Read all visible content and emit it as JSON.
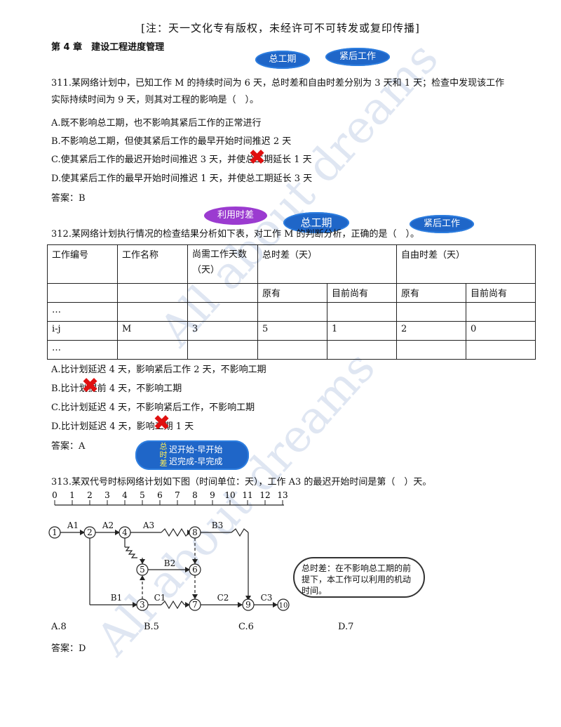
{
  "notice": "[注：天一文化专有版权，未经许可不可转发或复印传播]",
  "watermark_text": "All about dreams",
  "chapter": "第 4 章　建设工程进度管理",
  "bubbles": {
    "total_duration": "总工期",
    "successor": "紧后工作",
    "utilize_float": "利用时差",
    "total_duration_2": "总工期",
    "successor_2": "紧后工作",
    "float_rule_line1": "迟开始-早开始",
    "float_rule_line2": "迟完成-早完成",
    "float_rule_side": "总时差"
  },
  "q311": {
    "stem_line1": "311.某网络计划中，已知工作 M 的持续时间为 6 天，总时差和自由时差分别为 3 天和 1 天；检查中发现该工作",
    "stem_line2": "实际持续时间为 9 天，则其对工程的影响是（　）。",
    "options": [
      "A.既不影响总工期，也不影响其紧后工作的正常进行",
      "B.不影响总工期，但使其紧后工作的最早开始时间推迟 2 天",
      "C.使其紧后工作的最迟开始时间推迟 3 天，并使总工期延长 1 天",
      "D.使其紧后工作的最早开始时间推迟 1 天，并使总工期延长 3 天"
    ],
    "answer": "答案：B"
  },
  "q312": {
    "stem": "312.某网络计划执行情况的检查结果分析如下表，对工作 M 的判断分析，正确的是（　）。",
    "table": {
      "header1": [
        "工作编号",
        "工作名称",
        "尚需工作天数（天）",
        "总时差（天）",
        "自由时差（天）"
      ],
      "header2": [
        "原有",
        "目前尚有",
        "原有",
        "目前尚有"
      ],
      "rows": [
        [
          "…",
          "",
          "",
          "",
          "",
          "",
          ""
        ],
        [
          "i-j",
          "M",
          "3",
          "5",
          "1",
          "2",
          "0"
        ],
        [
          "…",
          "",
          "",
          "",
          "",
          "",
          ""
        ]
      ]
    },
    "options": [
      "A.比计划延迟 4 天，影响紧后工作 2 天，不影响工期",
      "B.比计划提前 4 天，不影响工期",
      "C.比计划延迟 4 天，不影响紧后工作，不影响工期",
      "D.比计划延迟 4 天，影响工期 1 天"
    ],
    "answer": "答案：A"
  },
  "q313": {
    "stem": "313.某双代号时标网络计划如下图（时间单位：天），工作 A3 的最迟开始时间是第（　）天。",
    "axis_ticks": [
      "0",
      "1",
      "2",
      "3",
      "4",
      "5",
      "6",
      "7",
      "8",
      "9",
      "10",
      "11",
      "12",
      "13"
    ],
    "nodes": [
      "1",
      "2",
      "3",
      "4",
      "5",
      "6",
      "7",
      "8",
      "9",
      "10"
    ],
    "activities": [
      "A1",
      "A2",
      "A3",
      "B1",
      "B2",
      "B3",
      "C1",
      "C2",
      "C3"
    ],
    "note": "总时差：在不影响总工期的前提下，本工作可以利用的机动时间。",
    "options": [
      "A.8",
      "B.5",
      "C.6",
      "D.7"
    ],
    "answer": "答案：D"
  },
  "colors": {
    "bubble_blue": "#1f66c8",
    "bubble_purple": "#9b3bd0",
    "cross_red": "#e01010"
  }
}
